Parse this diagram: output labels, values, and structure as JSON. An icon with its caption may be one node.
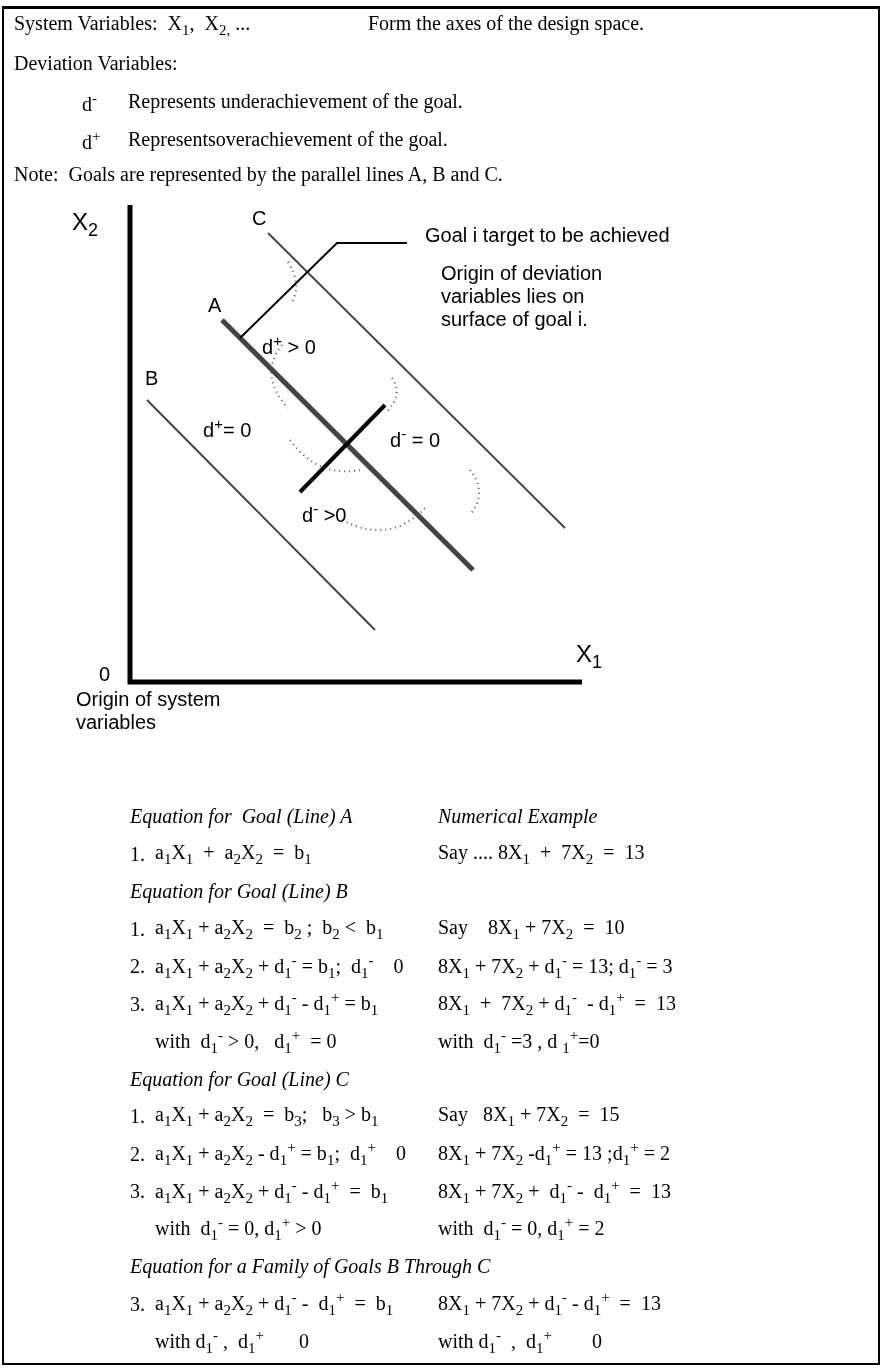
{
  "diagram": {
    "nodes": [
      {
        "text": [
          "Goal i target to be achieved"
        ]
      },
      {
        "text": [],
        "shape": "line"
      }
    ],
    "edges": [
      {
        "from": 0,
        "to": 1,
        "arrow": "none"
      }
    ],
    "labels": [
      "System Variables:  X$_{1}$,  X$_{2,}$ ...",
      "Form the axes of the design space.",
      "Deviation Variables:",
      "d$^{-}$",
      "Represents underachievement of the goal.",
      "d$^{+}$",
      "Representsoverachievement of the goal.",
      "Note:  Goals are represented by the parallel lines A, B and C.",
      "X$_{2}$",
      "C",
      "A",
      "B",
      "Origin of deviation variables lies on surface of goal i.",
      "d$^{+}$ > 0",
      "d$^{+}$= 0",
      "d$^{-}$ = 0",
      "d$^{-}$ >0",
      "0",
      "X$_{1}$",
      "Origin of system variables",
      "Equation for  Goal (Line) A",
      "Numerical Example",
      "1.",
      "a$_{1}$X$_{1}$  +  a$_{2}$X$_{2}$  =  b$_{1}$",
      "Say .... 8X$_{1}$  +  7X$_{2}$  =  13",
      "Equation for Goal (Line) B",
      "1.",
      "a$_{1}$X$_{1}$ + a$_{2}$X$_{2}$  =  b$_{2}$ ;  b$_{2}$ <  b$_{1}$",
      "Say    8X$_{1}$ + 7X$_{2}$  =  10",
      "2.",
      "a$_{1}$X$_{1}$ + a$_{2}$X$_{2}$ + d$_{1}$$^{-}$ = b$_{1}$;  d$_{1}$$^{-}$    0",
      "8X$_{1}$ + 7X$_{2}$ + d$_{1}$$^{-}$ = 13; d$_{1}$$^{-}$ = 3",
      "3.",
      "a$_{1}$X$_{1}$ + a$_{2}$X$_{2}$ + d$_{1}$$^{-}$ - d$_{1}$$^{+}$ = b$_{1}$",
      "8X$_{1}$  +  7X$_{2}$ + d$_{1}$$^{-}$  - d$_{1}$$^{+}$  =  13",
      "with  d$_{1}$$^{-}$ > 0,   d$_{1}$$^{+}$  = 0",
      "with  d$_{1}$$^{-}$ =3 , d $_{1}$$^{+}$=0",
      "Equation for Goal (Line) C",
      "1.",
      "a$_{1}$X$_{1}$ + a$_{2}$X$_{2}$  =  b$_{3}$;   b$_{3}$ > b$_{1}$",
      "Say   8X$_{1}$ + 7X$_{2}$  =  15",
      "2.",
      "a$_{1}$X$_{1}$ + a$_{2}$X$_{2}$ - d$_{1}$$^{+}$ = b$_{1}$;  d$_{1}$$^{+}$    0",
      "8X$_{1}$ + 7X$_{2}$ -d$_{1}$$^{+}$ = 13 ;d$_{1}$$^{+}$ = 2",
      "3.",
      "a$_{1}$X$_{1}$ + a$_{2}$X$_{2}$ + d$_{1}$$^{-}$ - d$_{1}$$^{+}$  =  b$_{1}$",
      "8X$_{1}$ + 7X$_{2}$ +  d$_{1}$$^{-}$ -  d$_{1}$$^{+}$  =  13",
      "with  d$_{1}$$^{-}$ = 0, d$_{1}$$^{+}$ > 0",
      "with  d$_{1}$$^{-}$ = 0, d$_{1}$$^{+}$ = 2",
      "Equation for a Family of Goals B Through C",
      "3.",
      "a$_{1}$X$_{1}$ + a$_{2}$X$_{2}$ + d$_{1}$$^{-}$ -  d$_{1}$$^{+}$  =  b$_{1}$",
      "8X$_{1}$ + 7X$_{2}$ + d$_{1}$$^{-}$ - d$_{1}$$^{+}$  =  13",
      "with d$_{1}$$^{-}$ ,  d$_{1}$$^{+}$       0",
      "with d$_{1}$$^{-}$  ,  d$_{1}$$^{+}$        0"
    ]
  }
}
